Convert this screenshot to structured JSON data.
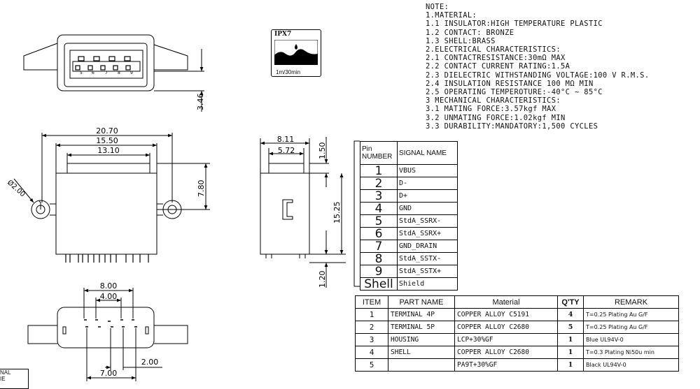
{
  "notes": [
    "NOTE:",
    "1.MATERIAL:",
    "1.1 INSULATOR:HIGH TEMPERATURE PLASTIC",
    "1.2 CONTACT: BRONZE",
    "1.3 SHELL:BRASS",
    "2.ELECTRICAL CHARACTERISTICS:",
    "2.1 CONTACTRESISTANCE:30mΩ MAX",
    "2.2 CONTACT CURRENT RATING:1.5A",
    "2.3 DIELECTRIC WITHSTANDING VOLTAGE:100 V R.M.S.",
    "2.4 INSULATION RESISTANCE 100 MΩ MIN",
    "2.5 OPERATING TEMPEROTURE:-40°C ~ 85°C",
    "3 MECHANICAL CHARACTERISTICS:",
    "3.1 MATING FORCE:3.57kgf MAX",
    "3.2 UNMATING FORCE:1.02kgf MIN",
    "3.3 DURABILITY:MANDATORY:1,500 CYCLES"
  ],
  "ipx": {
    "rating": "IPX7",
    "condition": "1m/30min"
  },
  "dimensions": {
    "d346": "3.46",
    "d2070": "20.70",
    "d1550": "15.50",
    "d1310": "13.10",
    "d780": "7.80",
    "dhole": "Ø2.00",
    "d811": "8.11",
    "d572": "5.72",
    "d150": "1.50",
    "d1525": "15.25",
    "d120": "1.20",
    "d800": "8.00",
    "d400": "4.00",
    "d200": "2.00",
    "d700": "7.00"
  },
  "pin_labels_top": [
    "5",
    "6",
    "7",
    "8",
    "9"
  ],
  "pin_table": {
    "header_num": "Pin NUMBER",
    "header_sig": "SIGNAL NAME",
    "rows": [
      {
        "num": "1",
        "sig": "VBUS"
      },
      {
        "num": "2",
        "sig": "D-"
      },
      {
        "num": "3",
        "sig": "D+"
      },
      {
        "num": "4",
        "sig": "GND"
      },
      {
        "num": "5",
        "sig": "StdA_SSRX-"
      },
      {
        "num": "6",
        "sig": "StdA_SSRX+"
      },
      {
        "num": "7",
        "sig": "GND_DRAIN"
      },
      {
        "num": "8",
        "sig": "StdA_SSTX-"
      },
      {
        "num": "9",
        "sig": "StdA_SSTX+"
      },
      {
        "num": "Shell",
        "sig": "Shield"
      }
    ]
  },
  "bom": {
    "headers": [
      "ITEM",
      "PART NAME",
      "Material",
      "Q'TY",
      "REMARK"
    ],
    "rows": [
      {
        "item": "1",
        "part": "TERMINAL 4P",
        "material": "COPPER ALLOY C5191",
        "qty": "4",
        "remark": "T=0.25 Plating Au G/F"
      },
      {
        "item": "2",
        "part": "TERMINAL 5P",
        "material": "COPPER ALLOY C2680",
        "qty": "5",
        "remark": "T=0.25 Plating Au G/F"
      },
      {
        "item": "3",
        "part": "HOUSING",
        "material": "LCP+30%GF",
        "qty": "1",
        "remark": "Blue UL94V-0"
      },
      {
        "item": "4",
        "part": "SHELL",
        "material": "COPPER ALLOY C2680",
        "qty": "1",
        "remark": "T=0.3 Plating Ni50u min"
      },
      {
        "item": "5",
        "part": "",
        "material": "PA9T+30%GF",
        "qty": "1",
        "remark": "Black UL94V-0"
      }
    ]
  },
  "corner_text": [
    "NAL",
    "IE"
  ]
}
